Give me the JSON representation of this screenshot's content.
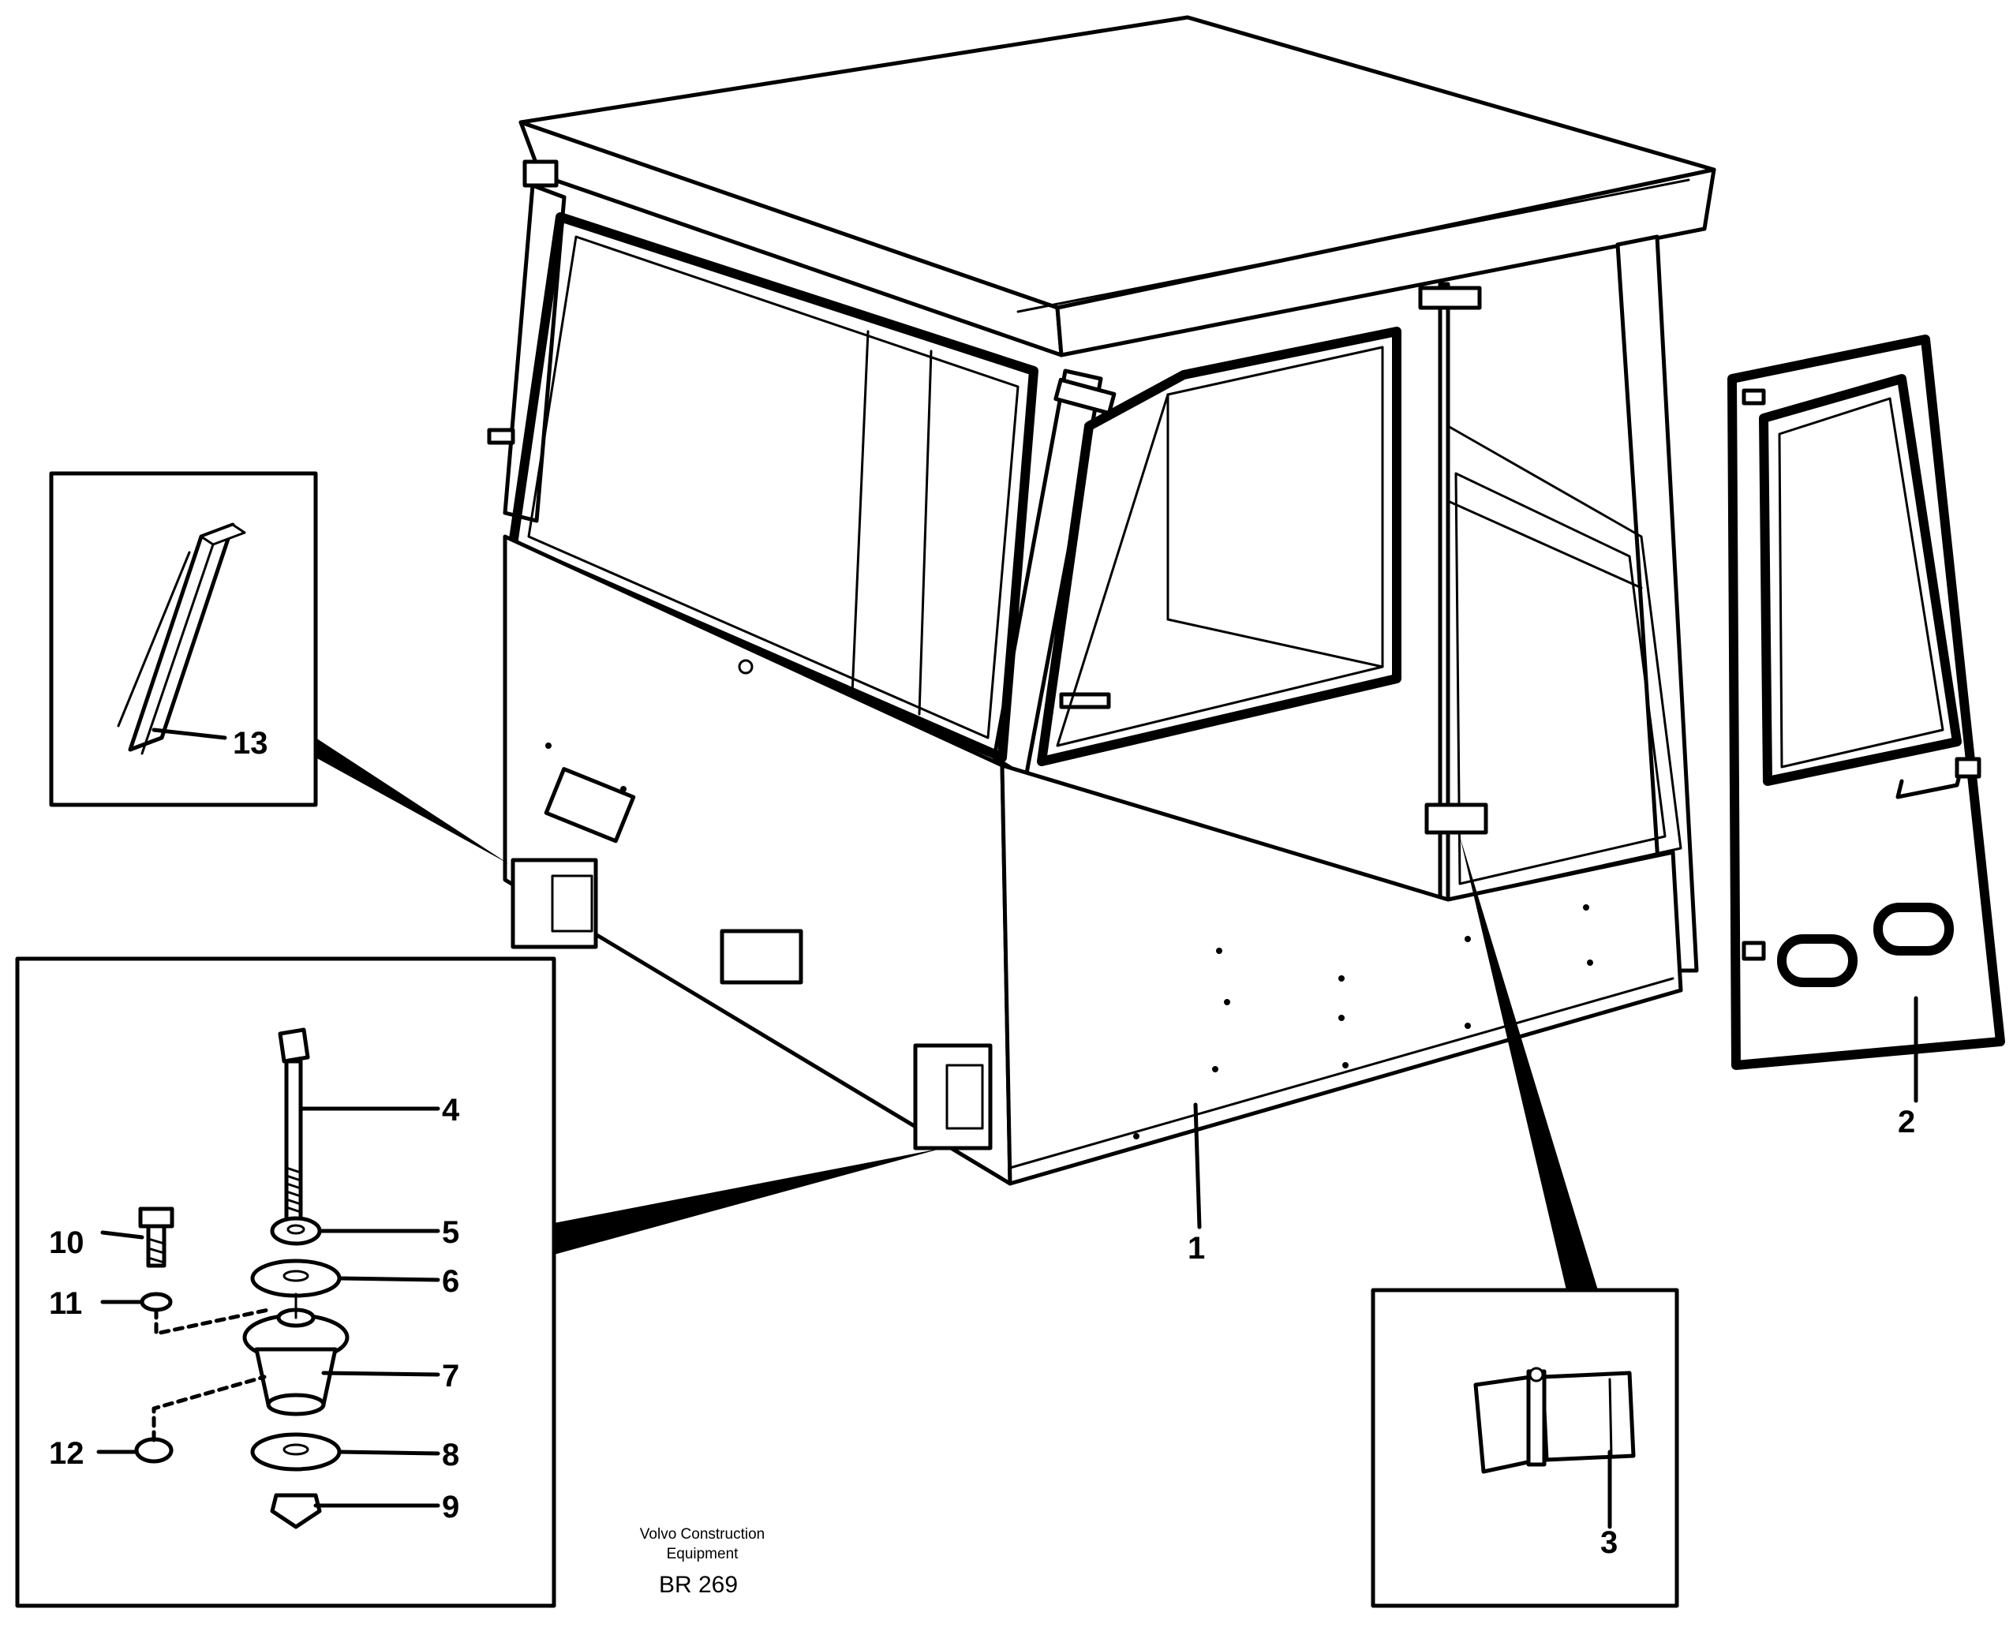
{
  "callouts": {
    "c1": "1",
    "c2": "2",
    "c3": "3",
    "c4": "4",
    "c5": "5",
    "c6": "6",
    "c7": "7",
    "c8": "8",
    "c9": "9",
    "c10": "10",
    "c11": "11",
    "c12": "12",
    "c13": "13"
  },
  "credit": {
    "line1": "Volvo Construction",
    "line2": "Equipment",
    "code": "BR 269"
  }
}
